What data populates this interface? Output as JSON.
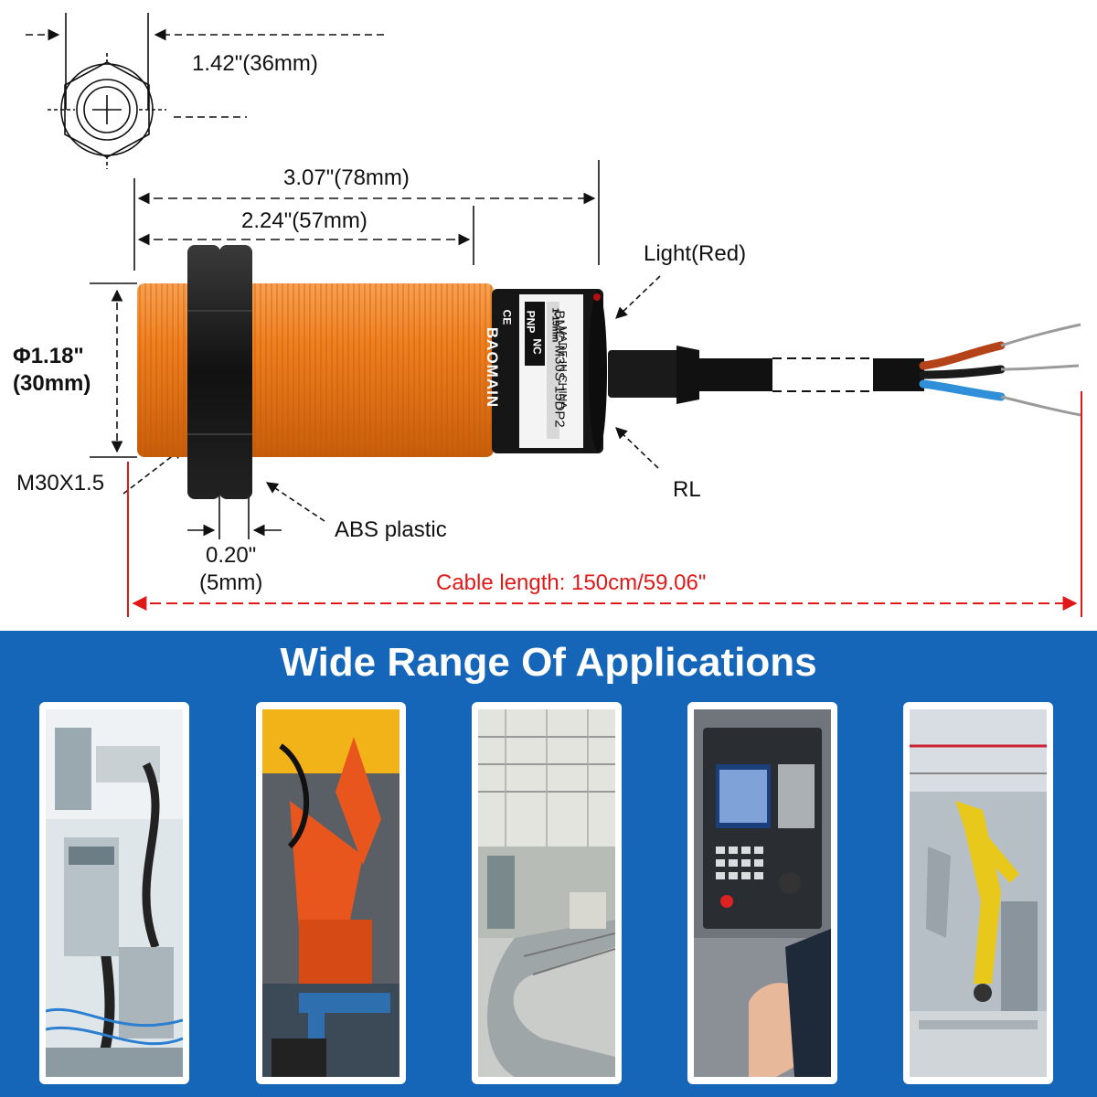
{
  "dimensions": {
    "hex_width": "1.42\"(36mm)",
    "total_length": "3.07\"(78mm)",
    "thread_length": "2.24\"(57mm)",
    "diameter_in": "Φ1.18\"",
    "diameter_mm": "(30mm)",
    "thread": "M30X1.5",
    "nut_width_in": "0.20\"",
    "nut_width_mm": "(5mm)",
    "cable_length": "Cable length: 150cm/59.06\""
  },
  "callouts": {
    "light": "Light(Red)",
    "rl": "RL",
    "material": "ABS plastic"
  },
  "sensor_label": {
    "brand": "BAOMAIN",
    "model": "BMC-M30S-15DP2",
    "origin": "MADE IN CHINA",
    "type": "PNP",
    "mode": "NC",
    "range": "1-15mm",
    "ce": "CE"
  },
  "colors": {
    "body_orange": "#f07f1e",
    "banner_blue": "#1565b8",
    "dimension_red": "#e01818"
  },
  "applications": {
    "title": "Wide Range Of Applications"
  }
}
